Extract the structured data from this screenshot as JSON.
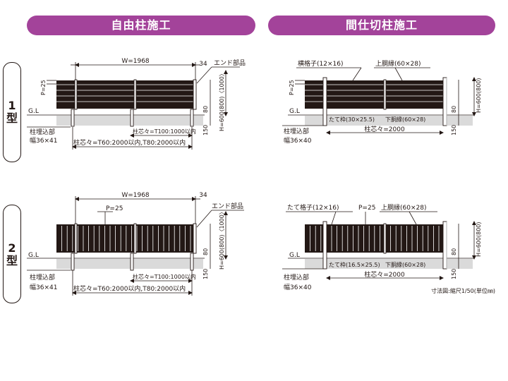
{
  "headers": {
    "left": "自由柱施工",
    "right": "間仕切柱施工"
  },
  "rows": {
    "row1": "1\n型",
    "row2": "2\n型"
  },
  "d1": {
    "w": "W=1968",
    "end34": "34",
    "endpart": "エンド部品",
    "p": "P=25",
    "gl": "G.L",
    "h": "H=600(800)〈1000〉",
    "d80": "80",
    "d150": "150",
    "bury1": "柱埋込部",
    "bury2": "幅36×41",
    "pitch_small": "柱芯々=T100:1000以内",
    "pitch_main": "柱芯々=T60:2000以内,T80:2000以内"
  },
  "d2": {
    "lattice": "横格子(12×16)",
    "upper": "上胴縁(60×28)",
    "p": "P=25",
    "gl": "G.L",
    "frame": "たて枠(30×25.5)",
    "lower": "下胴縁(60×28)",
    "pitch": "柱芯々=2000",
    "h": "H=600(800)",
    "d80": "80",
    "d150": "150",
    "bury1": "柱埋込部",
    "bury2": "幅36×40"
  },
  "d3": {
    "w": "W=1968",
    "end34": "34",
    "endpart": "エンド部品",
    "p": "P=25",
    "gl": "G.L",
    "h": "H=600(800)〈1000〉",
    "d80": "80",
    "d150": "150",
    "bury1": "柱埋込部",
    "bury2": "幅36×41",
    "pitch_small": "柱芯々=T100:1000以内",
    "pitch_main": "柱芯々=T60:2000以内,T80:2000以内"
  },
  "d4": {
    "lattice": "たて格子(12×16)",
    "p": "P=25",
    "upper": "上胴縁(60×28)",
    "gl": "G.L",
    "frame": "たて枠(16.5×25.5)",
    "lower": "下胴縁(60×28)",
    "pitch": "柱芯々=2000",
    "h": "H=600(800)",
    "d80": "80",
    "d150": "150",
    "bury1": "柱埋込部",
    "bury2": "幅36×40"
  },
  "scale_note": "寸法図:縮尺1/50(単位㎜)"
}
